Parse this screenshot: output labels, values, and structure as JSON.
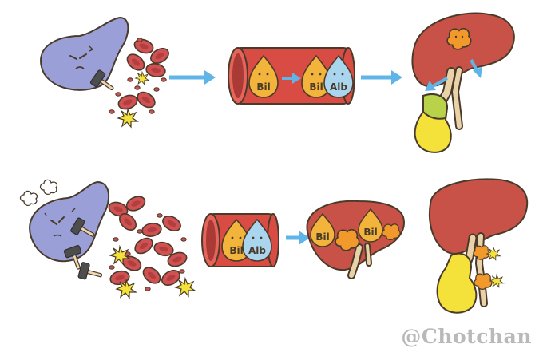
{
  "labels": {
    "bilirubin": "Bil",
    "albumin": "Alb"
  },
  "watermark": "@Chotchan",
  "colors": {
    "spleen": "#9a9fd8",
    "rbc": "#cf5152",
    "vessel": "#d94c43",
    "bilirubin_drop": "#f2b43a",
    "albumin_drop": "#a9d6ee",
    "liver": "#c85248",
    "bile_stone": "#f19a2b",
    "gallbladder": "#f4e13a",
    "duct_green": "#b8d24a",
    "arrow": "#5fb5e8",
    "outline": "#4a3a2a"
  }
}
